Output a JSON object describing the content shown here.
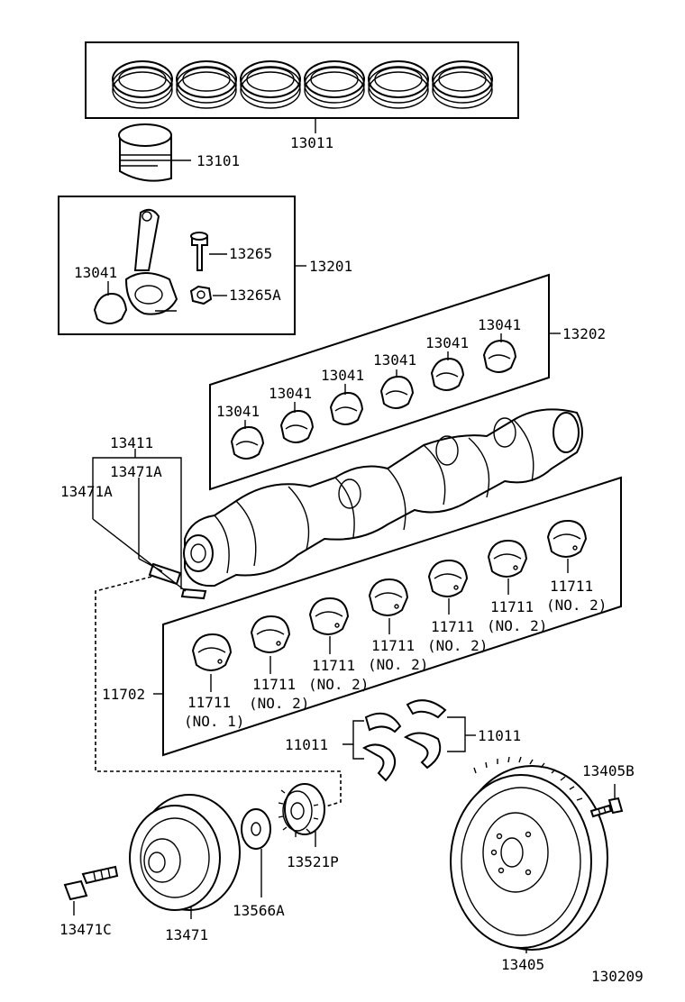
{
  "diagram_id": "130209",
  "labels": {
    "piston_ring_set": "13011",
    "piston": "13101",
    "connecting_rod_assy": "13201",
    "rod_bolt": "13265",
    "rod_nut": "13265A",
    "rod_bearing_left": "13041",
    "rod_bearing_set": "13202",
    "bearing_13041_a": "13041",
    "bearing_13041_b": "13041",
    "bearing_13041_c": "13041",
    "bearing_13041_d": "13041",
    "bearing_13041_e": "13041",
    "bearing_13041_f": "13041",
    "crank_key_group": "13411",
    "woodruff_key_a": "13471A",
    "woodruff_key_b": "13471A",
    "main_bearing_set": "11702",
    "main_bearing_no1": "11711",
    "main_bearing_no1_note": "(NO. 1)",
    "main_bearing_2a": "11711",
    "main_bearing_2a_note": "(NO. 2)",
    "main_bearing_2b": "11711",
    "main_bearing_2b_note": "(NO. 2)",
    "main_bearing_2c": "11711",
    "main_bearing_2c_note": "(NO. 2)",
    "main_bearing_2d": "11711",
    "main_bearing_2d_note": "(NO. 2)",
    "main_bearing_2e": "11711",
    "main_bearing_2e_note": "(NO. 2)",
    "main_bearing_2f": "11711",
    "main_bearing_2f_note": "(NO. 2)",
    "thrust_washer_left": "11011",
    "thrust_washer_right": "11011",
    "flywheel_bolt": "13405B",
    "crank_timing_pulley": "13521P",
    "pulley_plate": "13566A",
    "crank_pulley_bolt": "13471C",
    "crank_pulley": "13471",
    "flywheel": "13405"
  }
}
